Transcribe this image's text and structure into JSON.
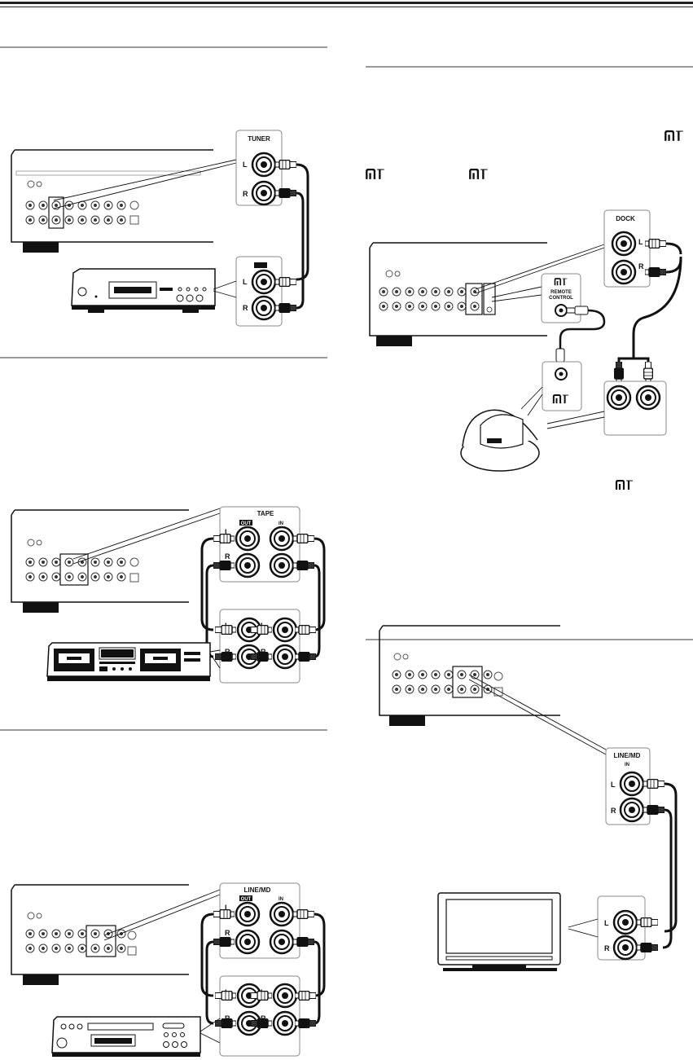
{
  "sections": {
    "tuner": {
      "jack_label": "TUNER",
      "left": "L",
      "right": "R"
    },
    "dock": {
      "jack_label": "DOCK",
      "left": "L",
      "right": "R",
      "remote_label_1": "REMOTE",
      "remote_label_2": "CONTROL"
    },
    "tape": {
      "jack_label": "TAPE",
      "out_label": "OUT",
      "in_label": "IN",
      "left": "L",
      "right": "R"
    },
    "line_md_tv": {
      "jack_label": "LINE/MD",
      "in_label": "IN",
      "left": "L",
      "right": "R"
    },
    "line_md_recorder": {
      "jack_label": "LINE/MD",
      "out_label": "OUT",
      "in_label": "IN",
      "left": "L",
      "right": "R"
    }
  },
  "icons": [
    "ri-logo",
    "rca-jack",
    "rca-plug-white",
    "rca-plug-black",
    "minijack-plug"
  ],
  "colors": {
    "ink": "#111111",
    "rule": "#9a9a9a",
    "bar": "#222222"
  }
}
